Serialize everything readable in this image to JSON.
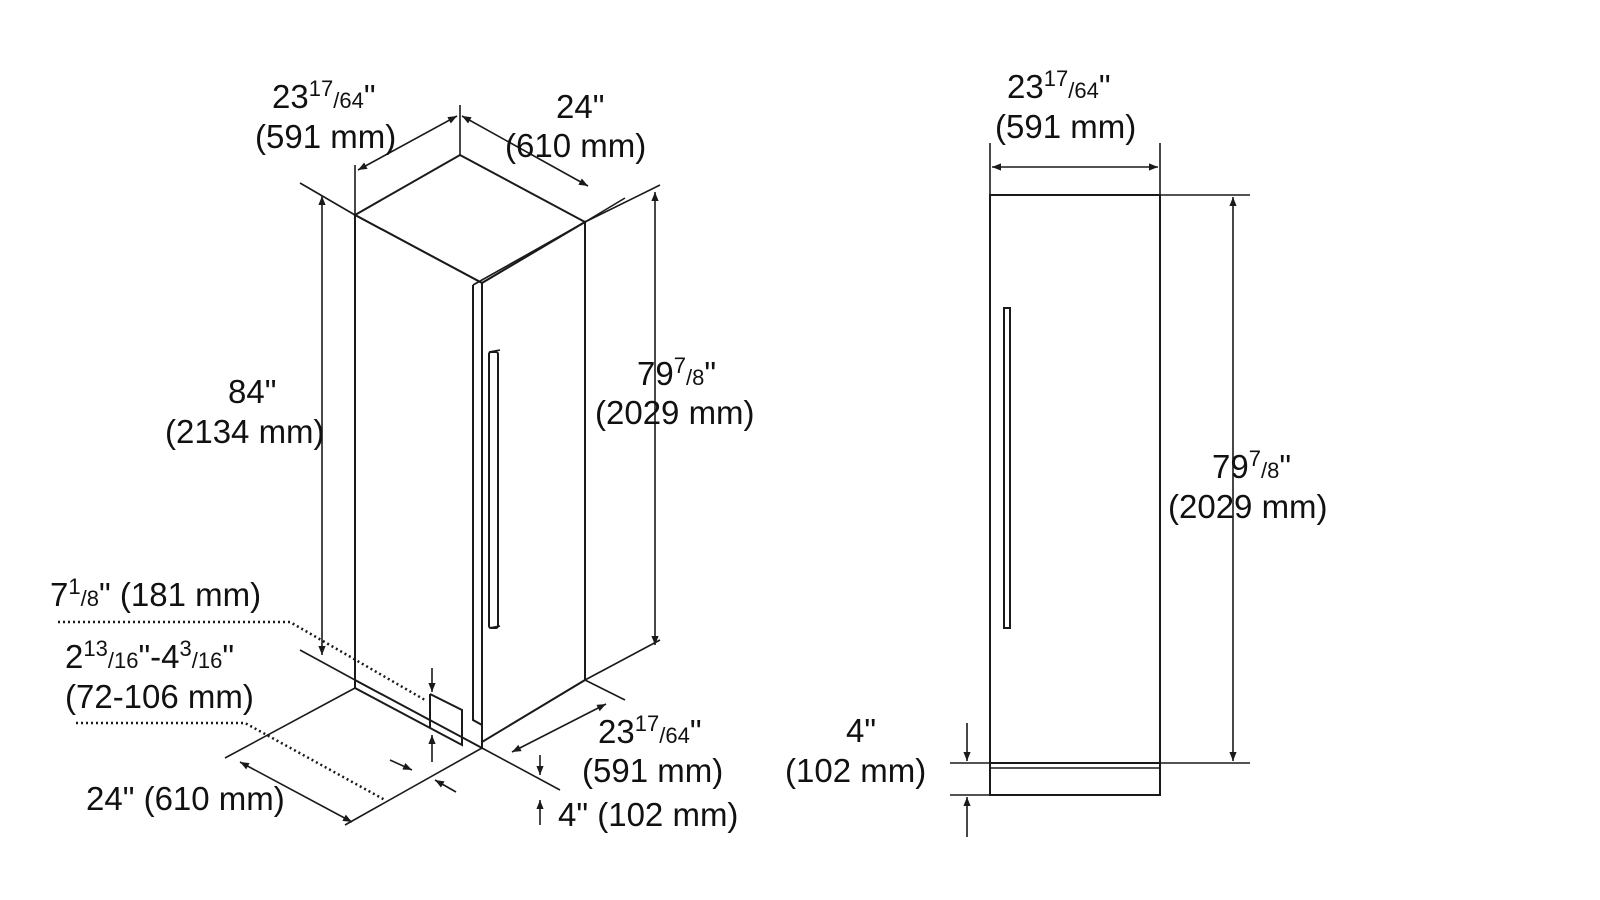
{
  "colors": {
    "line": "#1a1a1a",
    "text": "#111111",
    "background": "#ffffff"
  },
  "iso_view": {
    "top_depth": {
      "whole": "23",
      "num": "17",
      "den": "64",
      "unit": "\"",
      "metric": "(591 mm)"
    },
    "top_width": {
      "imperial": "24\"",
      "metric": "(610 mm)"
    },
    "total_height": {
      "imperial": "84\"",
      "metric": "(2134 mm)"
    },
    "cabinet_height": {
      "whole": "79",
      "num": "7",
      "den": "8",
      "unit": "\"",
      "metric": "(2029 mm)"
    },
    "toe_depth": {
      "whole": "7",
      "num": "1",
      "den": "8",
      "tail": "\" (181 mm)"
    },
    "leveling_range": {
      "w1": "2",
      "n1": "13",
      "d1": "16",
      "mid": "\"-4",
      "n2": "3",
      "d2": "16",
      "unit": "\"",
      "metric": "(72-106 mm)"
    },
    "bottom_width": {
      "text": "24\" (610 mm)"
    },
    "bottom_depth": {
      "whole": "23",
      "num": "17",
      "den": "64",
      "unit": "\"",
      "metric": "(591 mm)"
    },
    "toe_height": {
      "text": "4\" (102 mm)"
    }
  },
  "front_view": {
    "width": {
      "whole": "23",
      "num": "17",
      "den": "64",
      "unit": "\"",
      "metric": "(591 mm)"
    },
    "cabinet_height": {
      "whole": "79",
      "num": "7",
      "den": "8",
      "unit": "\"",
      "metric": "(2029 mm)"
    },
    "toe_height": {
      "imperial": "4\"",
      "metric": "(102 mm)"
    }
  }
}
